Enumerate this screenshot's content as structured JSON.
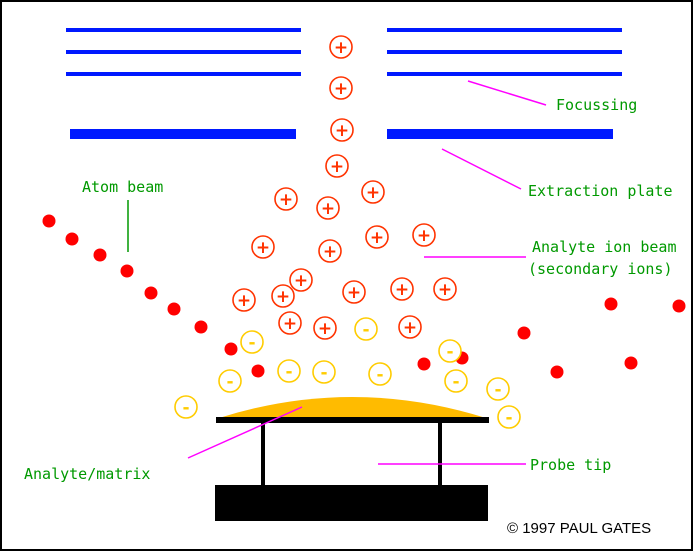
{
  "colors": {
    "plate_blue": "#0019ff",
    "positive_ion": "#ff3300",
    "negative_ion": "#ffcc00",
    "atom_red": "#ff0000",
    "label_green": "#009900",
    "leader_magenta": "#ff00ff",
    "sample_gold": "#ffbb00",
    "probe_black": "#000000"
  },
  "labels": {
    "focussing": "Focussing",
    "extraction_plate": "Extraction plate",
    "atom_beam": "Atom beam",
    "analyte_ion_beam_line1": "Analyte ion beam",
    "analyte_ion_beam_line2": "(secondary ions)",
    "analyte_matrix": "Analyte/matrix",
    "probe_tip": "Probe tip"
  },
  "ion_symbols": {
    "positive": "+",
    "negative": "-"
  },
  "copyright": "© 1997 PAUL GATES"
}
